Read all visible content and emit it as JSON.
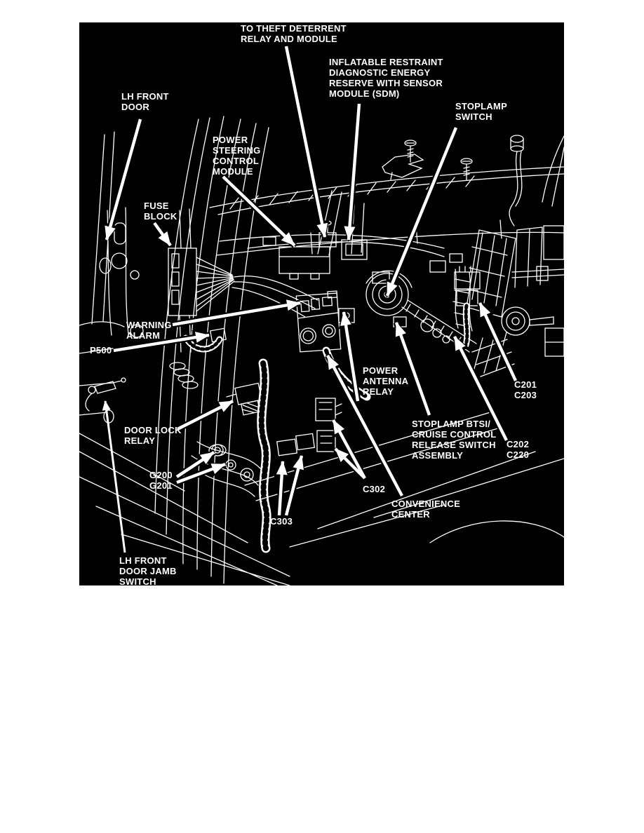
{
  "diagram": {
    "description": "Vehicle component location illustration - instrument panel and LH front door area",
    "colors": {
      "page_background": "#ffffff",
      "diagram_background": "#000000",
      "ink": "#ffffff"
    },
    "labels": {
      "theft_deterrent": "TO THEFT DETERRENT\nRELAY AND MODULE",
      "sdm": "INFLATABLE RESTRAINT\nDIAGNOSTIC ENERGY\nRESERVE WITH SENSOR\nMODULE (SDM)",
      "stoplamp_switch": "STOPLAMP\nSWITCH",
      "lh_front_door": "LH FRONT\nDOOR",
      "power_steering": "POWER\nSTEERING\nCONTROL\nMODULE",
      "fuse_block": "FUSE\nBLOCK",
      "warning_alarm": "WARNING\nALARM",
      "p500": "P500",
      "power_antenna_relay": "POWER\nANTENNA\nRELAY",
      "c201_c203": "C201\nC203",
      "door_lock_relay": "DOOR LOCK\nRELAY",
      "stoplamp_btsi": "STOPLAMP BTSI/\nCRUISE CONTROL\nRELEASE SWITCH\nASSEMBLY",
      "c202_c220": "C202\nC220",
      "g200_g201": "G200\nG201",
      "c302": "C302",
      "convenience_center": "CONVENIENCE\nCENTER",
      "c303": "C303",
      "door_jamb_switch": "LH FRONT\nDOOR JAMB\nSWITCH"
    }
  }
}
